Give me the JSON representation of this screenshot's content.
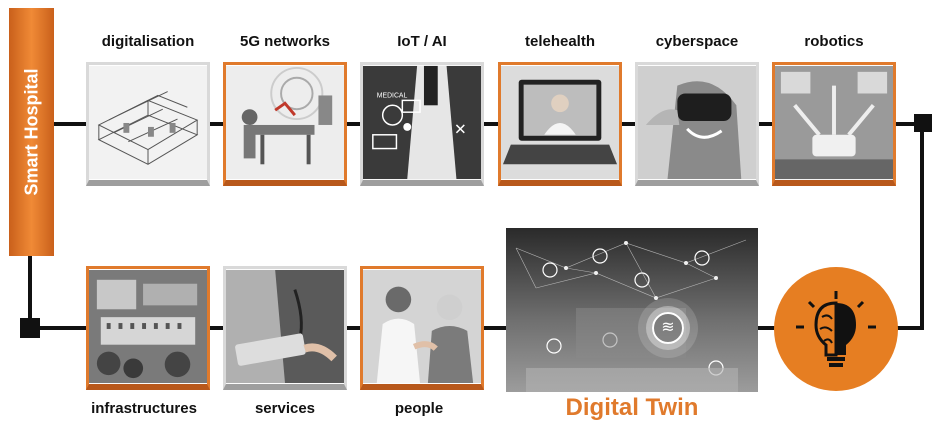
{
  "sidebar": {
    "title": "Smart Hospital"
  },
  "top_row": [
    {
      "label": "digitalisation"
    },
    {
      "label": "5G networks"
    },
    {
      "label": "IoT / AI"
    },
    {
      "label": "telehealth"
    },
    {
      "label": "cyberspace"
    },
    {
      "label": "robotics"
    }
  ],
  "bottom_row": [
    {
      "label": "infrastructures"
    },
    {
      "label": "services"
    },
    {
      "label": "people"
    }
  ],
  "digital_twin": {
    "label": "Digital Twin"
  },
  "icons": {
    "brain_bulb": "brain-lightbulb-icon",
    "wifi": "wifi-icon"
  },
  "colors": {
    "accent": "#e07a2c",
    "line": "#111111"
  }
}
